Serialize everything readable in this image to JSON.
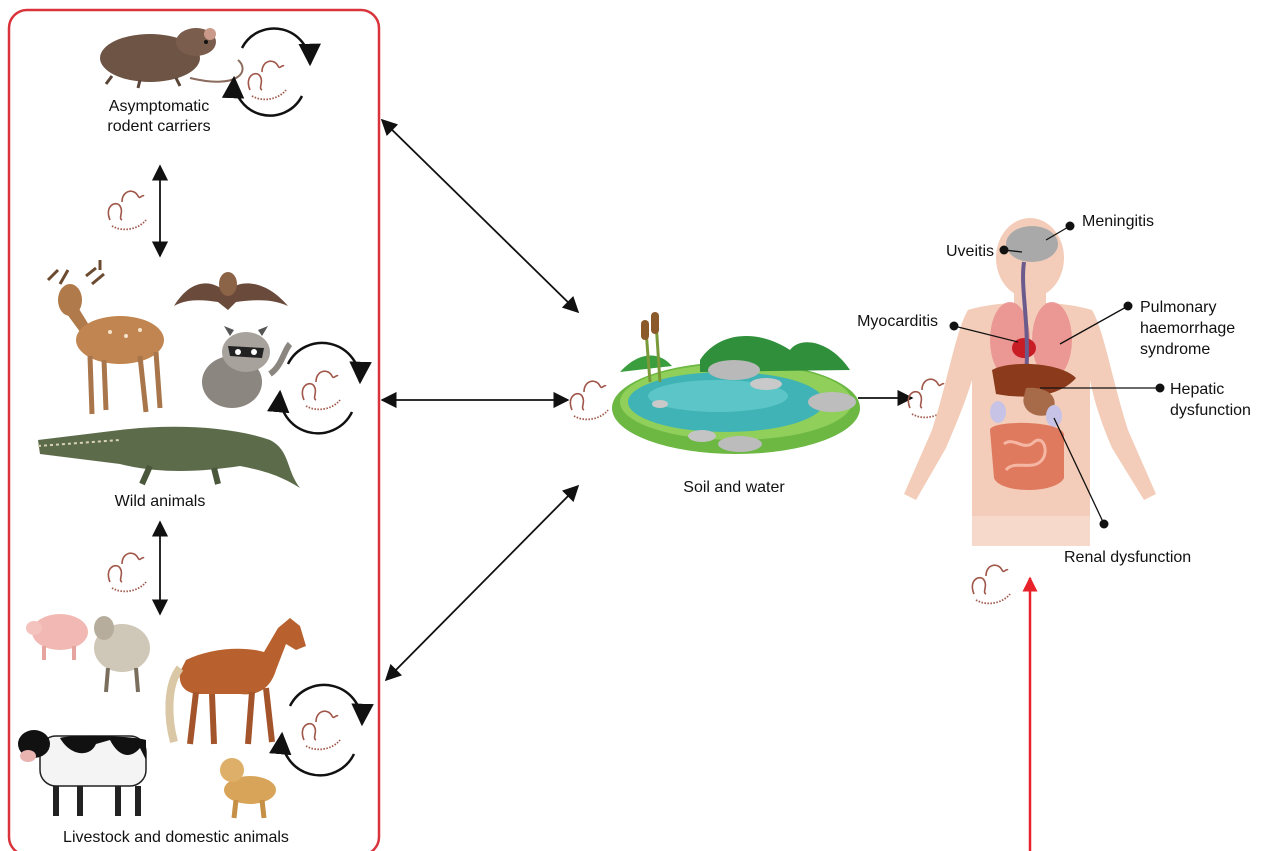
{
  "colors": {
    "reservoir_border": "#d9343b",
    "human_arrow": "#e8222b",
    "arrow": "#111111",
    "bacteria": "#a0574a",
    "water": "#3fb3b6",
    "grass": "#5fae3a",
    "skin": "#f3cdb9"
  },
  "reservoirs": {
    "rodents": "Asymptomatic rodent carriers",
    "rodents_line1": "Asymptomatic",
    "rodents_line2": "rodent carriers",
    "wild": "Wild animals",
    "livestock": "Livestock and domestic animals"
  },
  "environment": {
    "label": "Soil and water"
  },
  "human": {
    "conditions": {
      "meningitis": "Meningitis",
      "uveitis": "Uveitis",
      "myocarditis": "Myocarditis",
      "pulmonary_l1": "Pulmonary",
      "pulmonary_l2": "haemorrhage",
      "pulmonary_l3": "syndrome",
      "hepatic_l1": "Hepatic",
      "hepatic_l2": "dysfunction",
      "renal": "Renal dysfunction"
    }
  },
  "icons": [
    "rat-icon",
    "deer-icon",
    "bat-icon",
    "raccoon-icon",
    "crocodile-icon",
    "pig-icon",
    "sheep-icon",
    "horse-icon",
    "cow-icon",
    "dog-icon",
    "pond-icon",
    "human-body-icon",
    "leptospira-icon",
    "cycle-arrows-icon"
  ]
}
